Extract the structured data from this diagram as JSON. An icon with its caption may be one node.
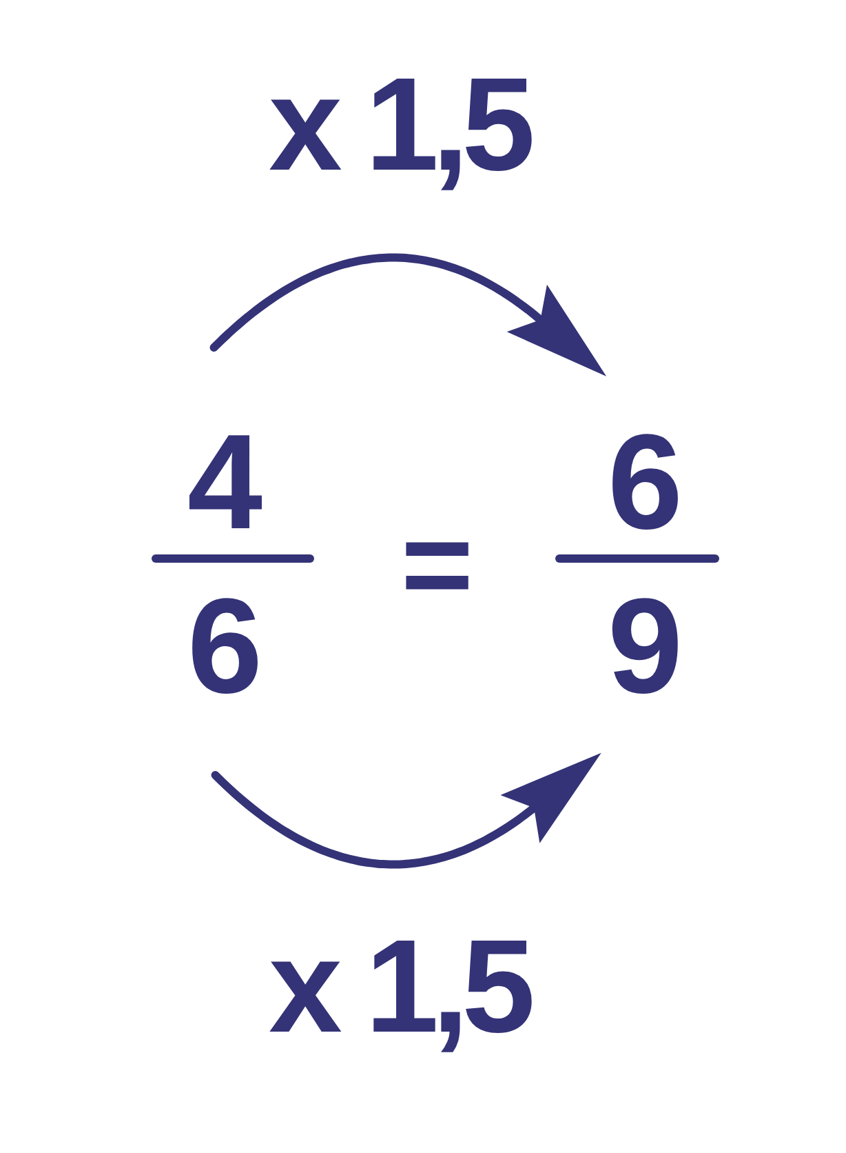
{
  "diagram": {
    "nodes": [
      {
        "text": [
          "4"
        ]
      },
      {
        "text": [
          "6"
        ]
      },
      {
        "text": [
          "6"
        ]
      },
      {
        "text": [
          "9"
        ]
      }
    ],
    "edges": [
      {
        "from": 0,
        "to": 2,
        "arrow": "to",
        "label": "x 1,5"
      },
      {
        "from": 1,
        "to": 3,
        "arrow": "to",
        "label": "x 1,5"
      }
    ],
    "labels": [
      "="
    ]
  }
}
